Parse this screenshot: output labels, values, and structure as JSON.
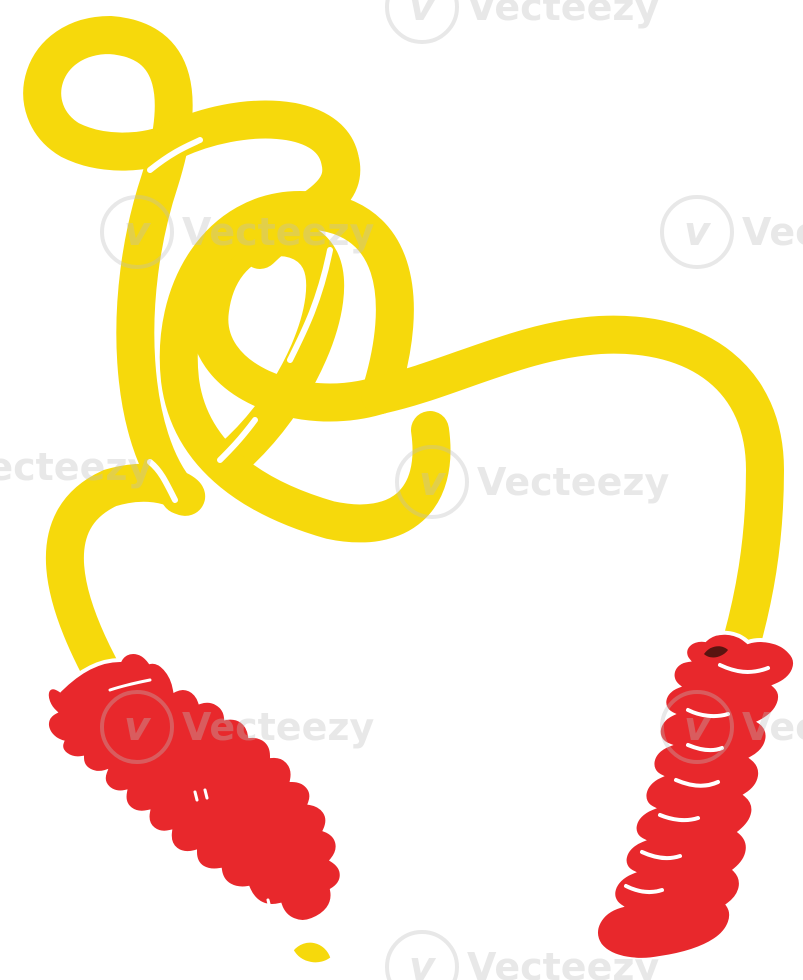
{
  "image": {
    "subject": "jump-rope-cartoon",
    "colors": {
      "rope": "#f6d90c",
      "handle": "#e8282c",
      "outline": "#ffffff",
      "background": "#ffffff"
    }
  },
  "watermark": {
    "brand": "Vecteezy",
    "logo_glyph": "v"
  }
}
